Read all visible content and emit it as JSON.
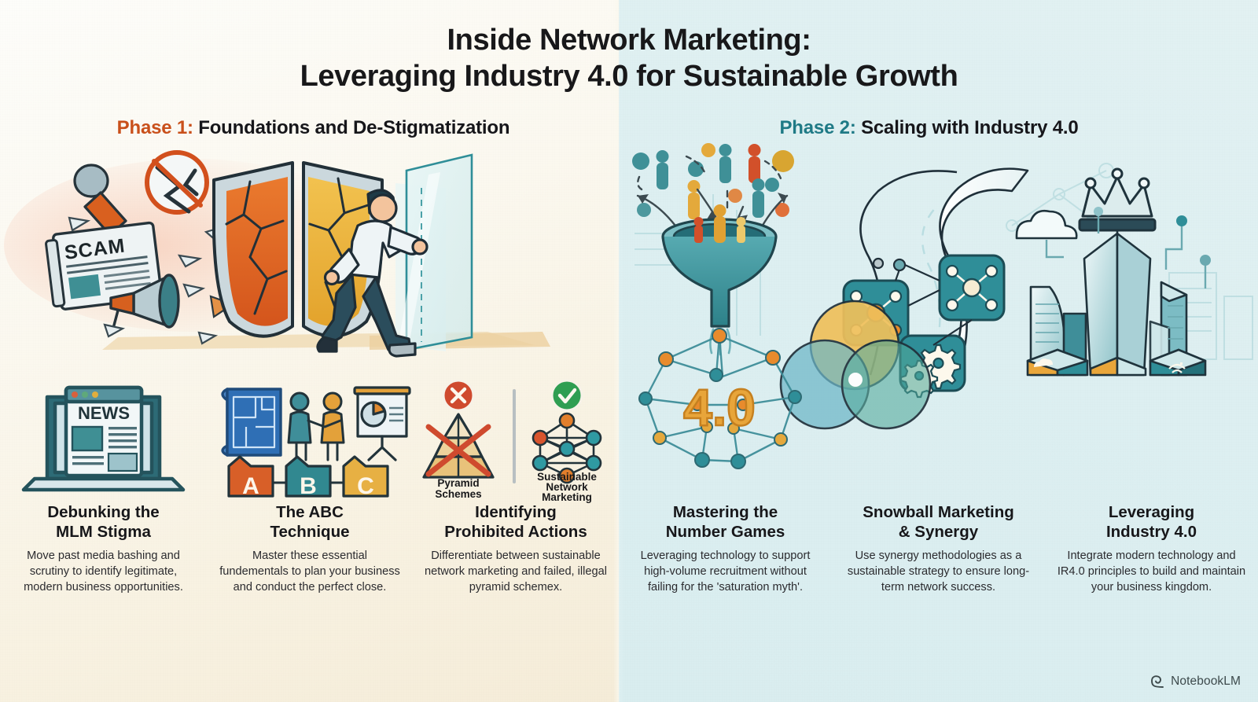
{
  "title": {
    "line1": "Inside Network Marketing:",
    "line2": "Leveraging Industry 4.0 for Sustainable Growth"
  },
  "phases": [
    {
      "tag": "Phase 1:",
      "label": " Foundations and De-Stigmatization",
      "color": "#c9501b"
    },
    {
      "tag": "Phase 2:",
      "label": " Scaling with Industry 4.0",
      "color": "#1f7a86"
    }
  ],
  "hero_left": {
    "newspaper_label": "SCAM",
    "icons": [
      "microphone-icon",
      "prohibition-sign-icon",
      "newspaper-scam-icon",
      "megaphone-icon",
      "cracked-shield-icon",
      "person-pushing-glass-icon"
    ]
  },
  "hero_right": {
    "network_label": "4.0",
    "icons": [
      "recruitment-funnel-icon",
      "network-mesh-icon",
      "winding-road-icon",
      "node-card-icon",
      "gears-card-icon",
      "venn-diagram-icon",
      "city-skyline-icon",
      "crown-icon",
      "tech-cubes-icon"
    ]
  },
  "cards": [
    {
      "id": "debunking-mlm-stigma",
      "icon": "news-laptop-icon",
      "icon_text": "NEWS",
      "title_line1": "Debunking the",
      "title_line2": "MLM Stigma",
      "body": "Move past media bashing and scrutiny to identify legitimate, modern business opportunities."
    },
    {
      "id": "abc-technique",
      "icon": "abc-blocks-icon",
      "letters": [
        "A",
        "B",
        "C"
      ],
      "title_line1": "The ABC",
      "title_line2": "Technique",
      "body": "Master these essential fundementals to plan your business and conduct the perfect close."
    },
    {
      "id": "identifying-prohibited-actions",
      "icon": "pyramid-vs-network-icon",
      "compare": {
        "bad_label": "Pyramid\nSchemes",
        "good_label": "Sustainable\nNetwork\nMarketing"
      },
      "title_line1": "Identifying",
      "title_line2": "Prohibited Actions",
      "body": "Differentiate between sustainable network marketing and failed, illegal pyramid schemex."
    },
    {
      "id": "mastering-number-games",
      "title_line1": "Mastering the",
      "title_line2": "Number Games",
      "body": "Leveraging technology to support high-volume recruitment without failing for the 'saturation myth'."
    },
    {
      "id": "snowball-marketing-synergy",
      "title_line1": "Snowball Marketing",
      "title_line2": "& Synergy",
      "body": "Use synergy methodologies as a sustainable strategy to ensure long-term network success."
    },
    {
      "id": "leveraging-industry-40",
      "title_line1": "Leveraging",
      "title_line2": "Industry 4.0",
      "body": "Integrate modern technology and IR4.0 principles to build and maintain your business kingdom."
    }
  ],
  "compare_labels": {
    "bad_line1": "Pyramid",
    "bad_line2": "Schemes",
    "good_line1": "Sustainable",
    "good_line2": "Network",
    "good_line3": "Marketing"
  },
  "watermark": {
    "text": "NotebookLM",
    "icon": "notebooklm-spiral-icon"
  },
  "palette": {
    "orange": "#e1701f",
    "deep_orange": "#d2501d",
    "teal": "#2f8e98",
    "deep_teal": "#1f6b78",
    "yellow": "#edb043",
    "red": "#d0472c",
    "green": "#2f9e52",
    "ink": "#17171a",
    "bg_left": "#faf6ec",
    "bg_right": "#ddeff1"
  }
}
